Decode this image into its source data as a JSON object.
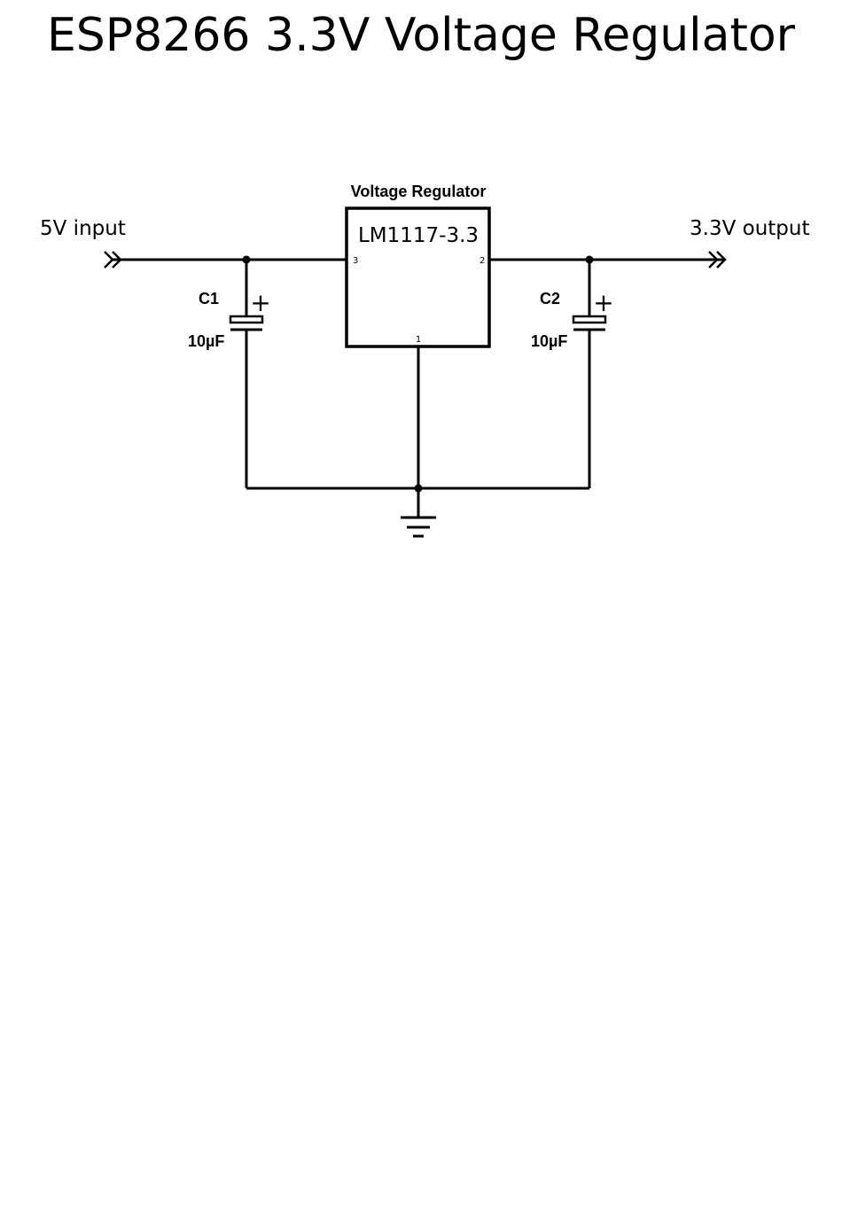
{
  "title": "ESP8266 3.3V Voltage Regulator",
  "ports": {
    "input_label": "5V input",
    "output_label": "3.3V output"
  },
  "regulator": {
    "heading": "Voltage Regulator",
    "part": "LM1117-3.3",
    "pin_in": "3",
    "pin_out": "2",
    "pin_gnd": "1"
  },
  "capacitors": [
    {
      "ref": "C1",
      "value": "10µF",
      "polarity": "+"
    },
    {
      "ref": "C2",
      "value": "10µF",
      "polarity": "+"
    }
  ]
}
